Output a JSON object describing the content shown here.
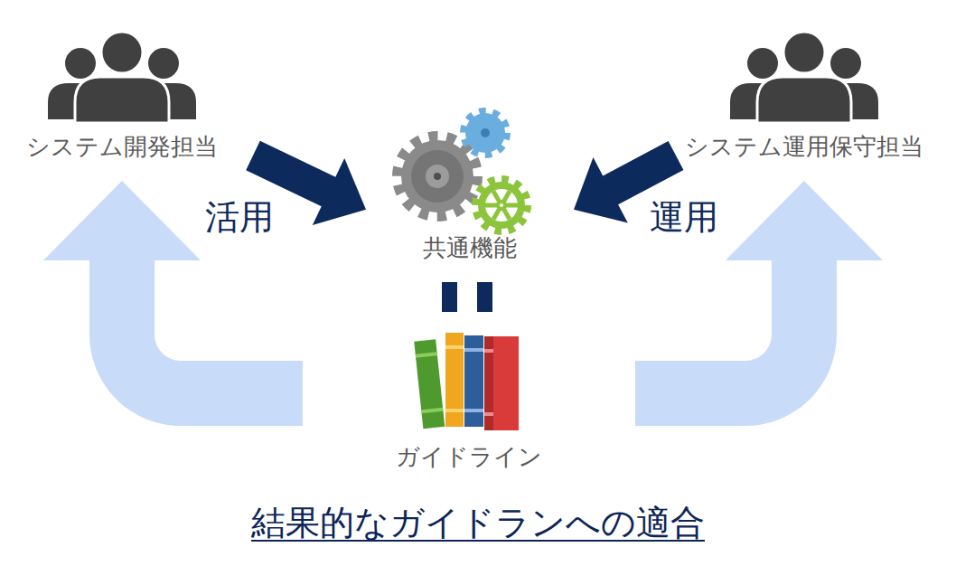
{
  "diagram": {
    "caption": "結果的なガイドランへの適合",
    "nodes": [
      {
        "text": [
          "システム開発担当"
        ]
      },
      {
        "text": [
          "共通機能"
        ]
      },
      {
        "text": [
          "システム運用保守担当"
        ]
      },
      {
        "text": [
          "ガイドライン"
        ]
      }
    ],
    "edges": [
      {
        "from": 0,
        "to": 1,
        "label": "活用",
        "arrow": "to"
      },
      {
        "from": 2,
        "to": 1,
        "label": "運用",
        "arrow": "to"
      },
      {
        "from": 3,
        "to": 0,
        "arrow": "to"
      },
      {
        "from": 3,
        "to": 2,
        "arrow": "to"
      }
    ]
  }
}
